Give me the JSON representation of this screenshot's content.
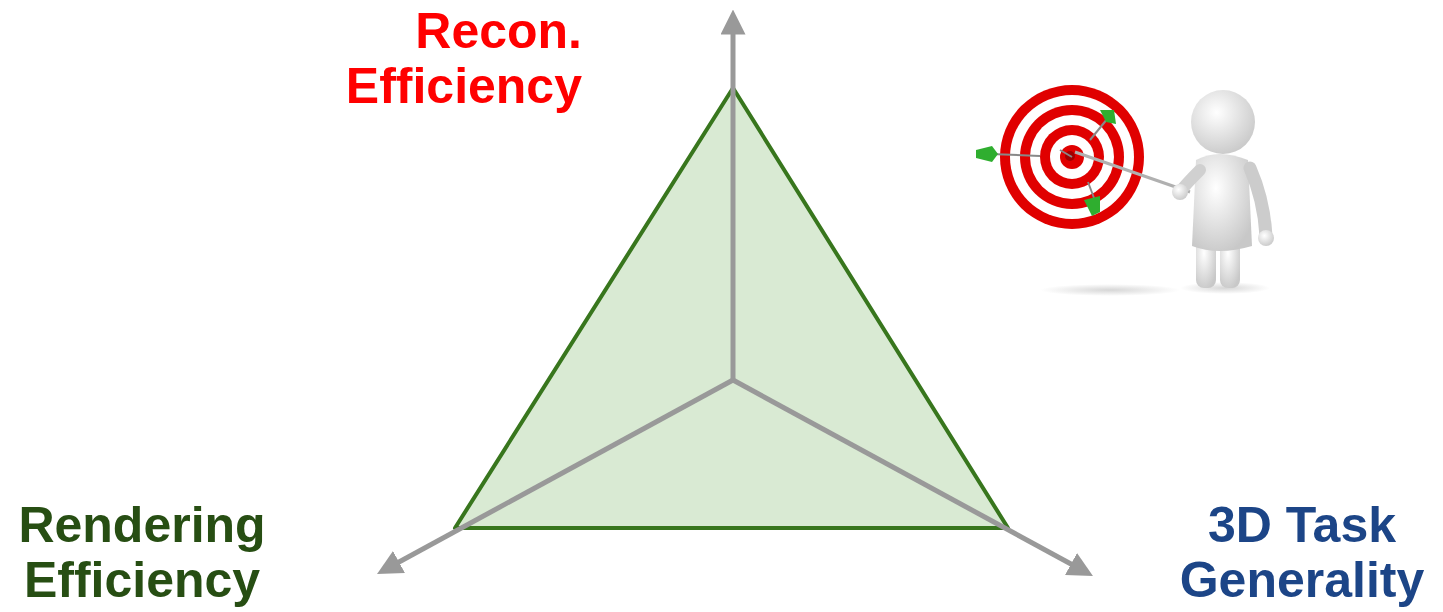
{
  "diagram": {
    "labels": [
      "Recon. Efficiency",
      "Rendering Efficiency",
      "3D Task Generality"
    ]
  }
}
